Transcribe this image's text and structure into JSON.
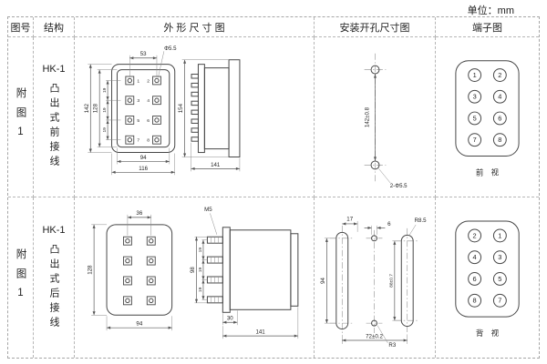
{
  "unit": "单位：mm",
  "header": {
    "fig": "图号",
    "structure": "结构",
    "outline": "外 形 尺 寸 图",
    "install": "安装开孔尺寸图",
    "terminal": "端子图"
  },
  "rows": [
    {
      "fig_no": "附图1",
      "model": "HK-1",
      "structure": "凸出式前接线",
      "outline": {
        "w_top": "53",
        "hole": "Φ5.5",
        "h_outer": "142",
        "h_inner": "128",
        "pitch1": "19",
        "pitch2": "19",
        "pitch3": "19",
        "w_inner": "94",
        "w_outer": "116",
        "side_h": "154",
        "depth": "141",
        "t1": "1",
        "t2": "2",
        "t3": "3",
        "t4": "4",
        "t5": "5",
        "t6": "6",
        "t7": "7",
        "t8": "8"
      },
      "install": {
        "hole_pitch": "142±0.8",
        "hole_spec": "2-Φ5.5"
      },
      "terminal": {
        "l1": "1",
        "l2": "3",
        "l3": "5",
        "l4": "7",
        "r1": "2",
        "r2": "4",
        "r3": "6",
        "r4": "8",
        "view": "前　视"
      }
    },
    {
      "fig_no": "附图1",
      "model": "HK-1",
      "structure": "凸出式后接线",
      "outline": {
        "w_top": "36",
        "screw": "M5",
        "h_outer": "128",
        "w_bottom": "94",
        "stud_h": "98",
        "pitch1": "19",
        "pitch2": "19",
        "pitch3": "19",
        "depth_front": "30",
        "depth": "141"
      },
      "install": {
        "d17": "17",
        "d6": "6",
        "left_pitch": "94",
        "right_pitch": "88±0.7",
        "slot_span": "72±0.2",
        "r_small": "R3",
        "r_slot": "R8.5"
      },
      "terminal": {
        "l1": "2",
        "l2": "4",
        "l3": "6",
        "l4": "8",
        "r1": "1",
        "r2": "3",
        "r3": "5",
        "r4": "7",
        "view": "背　视"
      }
    }
  ]
}
